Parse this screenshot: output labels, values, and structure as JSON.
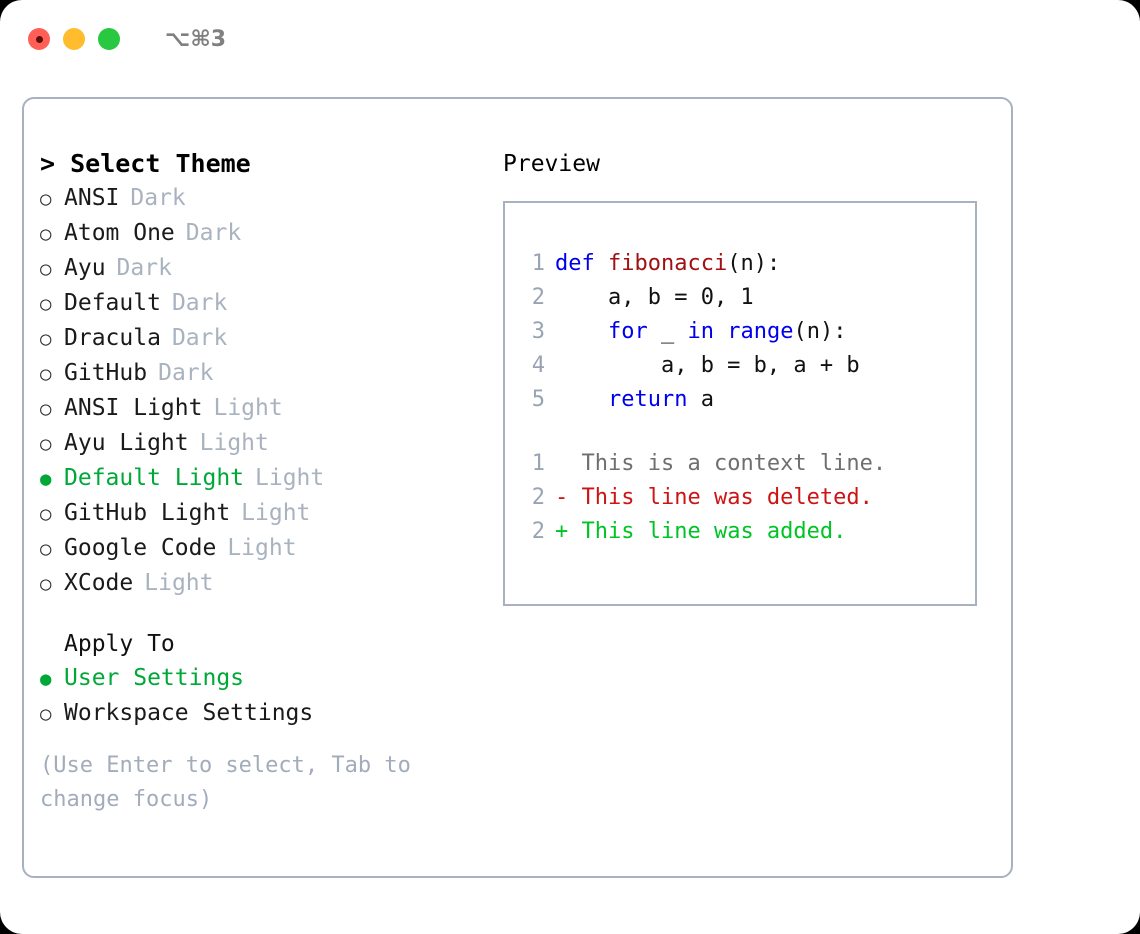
{
  "titlebar": {
    "traffic_lights": [
      {
        "name": "close",
        "color": "#ff5f57"
      },
      {
        "name": "minimize",
        "color": "#ffbd2e"
      },
      {
        "name": "maximize",
        "color": "#28c840"
      }
    ],
    "shortcut": "⌥⌘3"
  },
  "colors": {
    "accent_selected": "#00a838",
    "badge": "#a9b3c0",
    "border": "#a7b1c0",
    "hint": "#a2acba",
    "keyword": "#0000ee",
    "function": "#a11013",
    "line_number": "#98a4b3",
    "diff_added": "#00c425",
    "diff_deleted": "#cc1414",
    "diff_context": "#6f6f6f"
  },
  "theme_list": {
    "title": "> Select Theme",
    "items": [
      {
        "bullet": "○",
        "label": "ANSI",
        "badge": "Dark",
        "selected": false
      },
      {
        "bullet": "○",
        "label": "Atom One",
        "badge": "Dark",
        "selected": false
      },
      {
        "bullet": "○",
        "label": "Ayu",
        "badge": "Dark",
        "selected": false
      },
      {
        "bullet": "○",
        "label": "Default",
        "badge": "Dark",
        "selected": false
      },
      {
        "bullet": "○",
        "label": "Dracula",
        "badge": "Dark",
        "selected": false
      },
      {
        "bullet": "○",
        "label": "GitHub",
        "badge": "Dark",
        "selected": false
      },
      {
        "bullet": "○",
        "label": "ANSI Light",
        "badge": "Light",
        "selected": false
      },
      {
        "bullet": "○",
        "label": "Ayu Light",
        "badge": "Light",
        "selected": false
      },
      {
        "bullet": "●",
        "label": "Default Light",
        "badge": "Light",
        "selected": true
      },
      {
        "bullet": "○",
        "label": "GitHub Light",
        "badge": "Light",
        "selected": false
      },
      {
        "bullet": "○",
        "label": "Google Code",
        "badge": "Light",
        "selected": false
      },
      {
        "bullet": "○",
        "label": "XCode",
        "badge": "Light",
        "selected": false
      }
    ]
  },
  "apply_to": {
    "heading": "Apply To",
    "items": [
      {
        "bullet": "●",
        "label": "User Settings",
        "selected": true
      },
      {
        "bullet": "○",
        "label": "Workspace Settings",
        "selected": false
      }
    ]
  },
  "hint": "(Use Enter to select, Tab to change focus)",
  "preview": {
    "heading": "Preview",
    "code_lines": [
      {
        "num": "1",
        "tokens": [
          {
            "text": "def ",
            "kind": "kw"
          },
          {
            "text": "fibonacci",
            "kind": "fn"
          },
          {
            "text": "(n):",
            "kind": "plain"
          }
        ]
      },
      {
        "num": "2",
        "tokens": [
          {
            "text": "    a, b = 0, 1",
            "kind": "plain"
          }
        ]
      },
      {
        "num": "3",
        "tokens": [
          {
            "text": "    ",
            "kind": "plain"
          },
          {
            "text": "for",
            "kind": "kw"
          },
          {
            "text": " _ ",
            "kind": "plain"
          },
          {
            "text": "in",
            "kind": "kw"
          },
          {
            "text": " ",
            "kind": "plain"
          },
          {
            "text": "range",
            "kind": "kw"
          },
          {
            "text": "(n):",
            "kind": "plain"
          }
        ]
      },
      {
        "num": "4",
        "tokens": [
          {
            "text": "        a, b = b, a + b",
            "kind": "plain"
          }
        ]
      },
      {
        "num": "5",
        "tokens": [
          {
            "text": "    ",
            "kind": "plain"
          },
          {
            "text": "return",
            "kind": "kw"
          },
          {
            "text": " a",
            "kind": "plain"
          }
        ]
      }
    ],
    "diff_lines": [
      {
        "num": "1",
        "marker": "  ",
        "text": "This is a context line.",
        "kind": "ctx"
      },
      {
        "num": "2",
        "marker": "- ",
        "text": "This line was deleted.",
        "kind": "del"
      },
      {
        "num": "2",
        "marker": "+ ",
        "text": "This line was added.",
        "kind": "add"
      }
    ]
  }
}
